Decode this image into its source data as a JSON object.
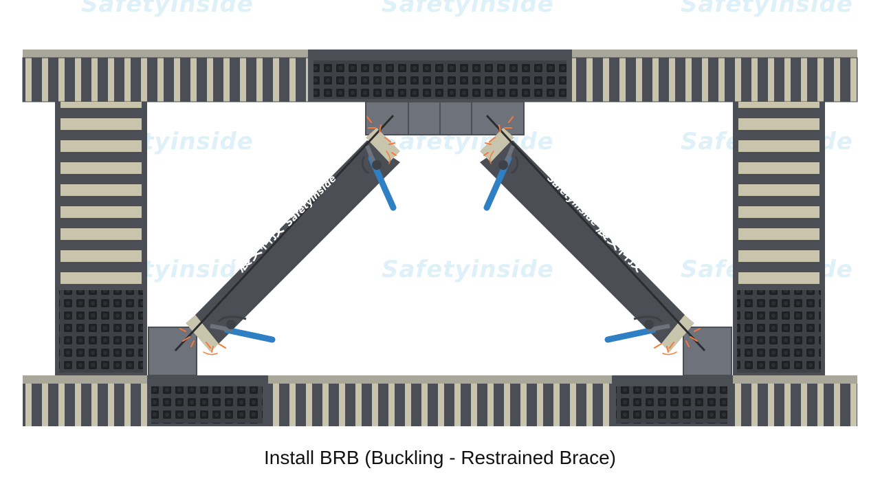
{
  "watermark": "Safetyinside",
  "brace_logo_text": "Safetyinside",
  "brace_cn_text": "震安科技",
  "caption": "Install BRB (Buckling - Restrained Brace)",
  "colors": {
    "steel_dark": "#4b4e54",
    "steel_mid": "#6e727a",
    "concrete": "#8a8a82",
    "stripe_light": "#c9c5ad",
    "blue_handle": "#2f7fc4",
    "spark": "#f47a3c"
  }
}
